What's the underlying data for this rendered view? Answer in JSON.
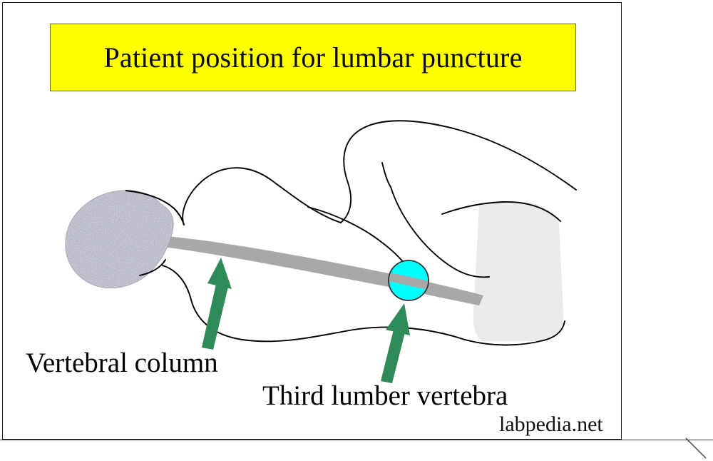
{
  "figure": {
    "title": "Patient position for lumbar puncture",
    "banner_color": "#FFFF00",
    "background_color": "#FFFFFF",
    "frame_color": "#1A1A1A"
  },
  "labels": {
    "vertebral_column": "Vertebral column",
    "third_lumbar_vertebra": "Third lumber vertebra"
  },
  "watermark": {
    "text": "labpedia.net"
  },
  "anatomy": {
    "head": {
      "name": "head",
      "fill": "#DCDCE6"
    },
    "vertebral_column": {
      "name": "vertebral-column",
      "fill": "#A8A8A8"
    },
    "third_lumbar_marker": {
      "name": "third-lumbar-vertebra-marker",
      "fill": "#00FFFF",
      "outline": "#333333"
    },
    "thigh": {
      "name": "thigh",
      "fill": "#EAEAEA"
    },
    "body_outline": {
      "name": "body-outline",
      "stroke": "#000000"
    }
  },
  "annotations": {
    "arrow_color": "#2E8B57",
    "arrows": [
      {
        "name": "arrow-to-vertebral-column",
        "points_to": "vertebral-column"
      },
      {
        "name": "arrow-to-third-lumbar-vertebra",
        "points_to": "third-lumbar-vertebra-marker"
      }
    ]
  }
}
